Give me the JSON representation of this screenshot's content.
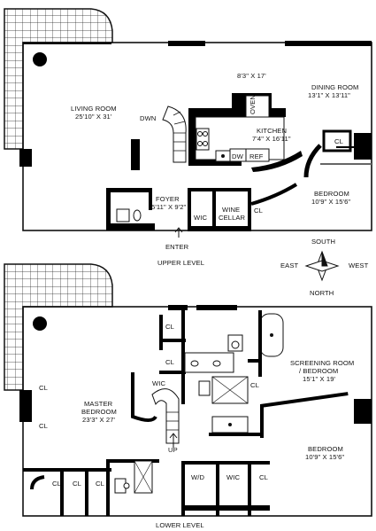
{
  "upper": {
    "level_label": "UPPER LEVEL",
    "terrace_dim": "8'3\" X 17'",
    "living_room": {
      "name": "LIVING ROOM",
      "dim": "25'10\" X 31'"
    },
    "dining_room": {
      "name": "DINING ROOM",
      "dim": "13'1\" X 13'11\""
    },
    "kitchen": {
      "name": "KITCHEN",
      "dim": "7'4\" X 16'11\""
    },
    "oven": "OVEN",
    "dw": "DW",
    "ref": "REF",
    "dwn": "DWN",
    "foyer": {
      "name": "FOYER",
      "dim": "5'11\" X 9'2\""
    },
    "wic": "WIC",
    "wine_cellar_1": "WINE",
    "wine_cellar_2": "CELLAR",
    "cl_wine": "CL",
    "cl_dining": "CL",
    "bedroom": {
      "name": "BEDROOM",
      "dim": "10'9\" X 15'6\""
    },
    "enter": "ENTER"
  },
  "compass": {
    "south": "SOUTH",
    "north": "NORTH",
    "east": "EAST",
    "west": "WEST"
  },
  "lower": {
    "level_label": "LOWER LEVEL",
    "master": {
      "name1": "MASTER",
      "name2": "BEDROOM",
      "dim": "23'3\" X 27'"
    },
    "wic": "WIC",
    "up": "UP",
    "screening": {
      "name1": "SCREENING ROOM",
      "name2": "/ BEDROOM",
      "dim": "15'1\" X 19'"
    },
    "bedroom": {
      "name": "BEDROOM",
      "dim": "10'9\" X 15'6\""
    },
    "wd": "W/D",
    "wic2": "WIC",
    "cl_top1": "CL",
    "cl_top2": "CL",
    "cl_left1": "CL",
    "cl_left2": "CL",
    "cl_bath": "CL",
    "cl_b1": "CL",
    "cl_b2": "CL",
    "cl_b3": "CL",
    "cl_b4": "CL"
  }
}
